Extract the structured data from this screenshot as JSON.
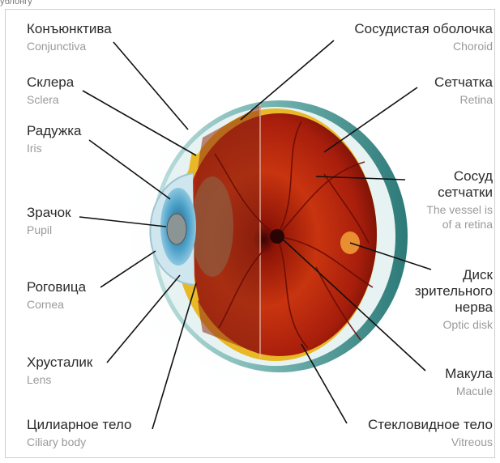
{
  "corner_text": "ублонгу",
  "labels": {
    "conjunctiva": {
      "ru": "Конъюнктива",
      "en": "Conjunctiva"
    },
    "sclera": {
      "ru": "Склера",
      "en": "Sclera"
    },
    "iris": {
      "ru": "Радужка",
      "en": "Iris"
    },
    "pupil": {
      "ru": "Зрачок",
      "en": "Pupil"
    },
    "cornea": {
      "ru": "Роговица",
      "en": "Cornea"
    },
    "lens": {
      "ru": "Хрусталик",
      "en": "Lens"
    },
    "ciliary": {
      "ru": "Цилиарное тело",
      "en": "Ciliary body"
    },
    "choroid": {
      "ru": "Сосудистая оболочка",
      "en": "Choroid"
    },
    "retina": {
      "ru": "Сетчатка",
      "en": "Retina"
    },
    "vessel": {
      "ru1": "Сосуд",
      "ru2": "сетчатки",
      "en1": "The vessel is",
      "en2": "of a retina"
    },
    "optic": {
      "ru1": "Диск",
      "ru2": "зрительного",
      "ru3": "нерва",
      "en": "Optic disk"
    },
    "macula": {
      "ru": "Макула",
      "en": "Macule"
    },
    "vitreous": {
      "ru": "Стекловидное тело",
      "en": "Vitreous"
    }
  },
  "colors": {
    "retina_red": "#b3200f",
    "choroid_yellow": "#e9b826",
    "sclera_teal": "#3f8f8c",
    "iris_blue": "#4a9fc8"
  }
}
